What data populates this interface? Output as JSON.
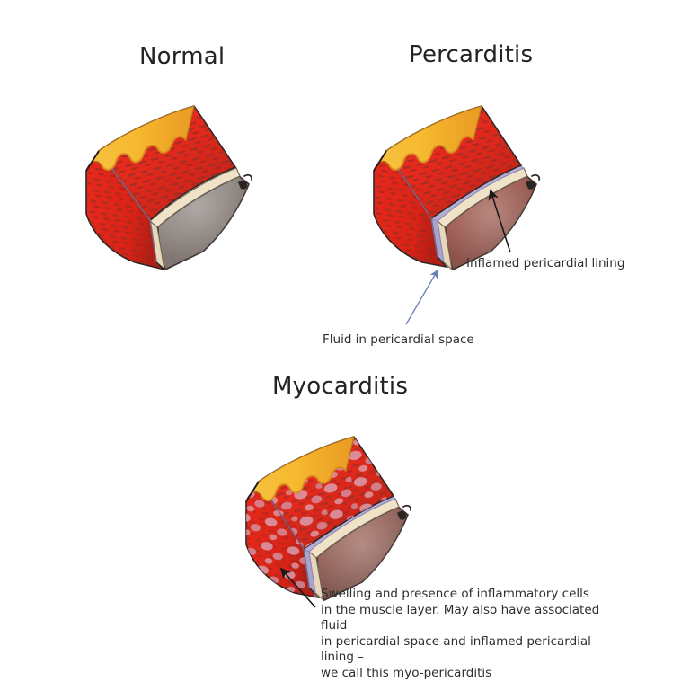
{
  "figure": {
    "background_color": "#ffffff",
    "panels": [
      {
        "id": "normal",
        "title": "Normal",
        "description": "Normal heart wall block: wavy yellow epicardial fat, red striated myocardium, grey endocardial inner surface"
      },
      {
        "id": "pericarditis",
        "title": "Percarditis",
        "description": "Heart wall block with lavender fluid layer in pericardial space and reddish inflamed pericardial lining"
      },
      {
        "id": "myocarditis",
        "title": "Myocarditis",
        "description": "Heart wall block with pale mottled inflammatory infiltrate through the red muscle layer"
      }
    ],
    "annotations": [
      {
        "id": "inflamed-lining",
        "text": "Inflamed pericardial lining",
        "arrow_color": "#1a1a1a"
      },
      {
        "id": "fluid",
        "text": "Fluid in pericardial space",
        "arrow_color": "#6b7fb5"
      },
      {
        "id": "myocarditis-description",
        "line1": "Swelling and presence of inflammatory cells",
        "line2": "in the muscle layer. May also have associated fluid",
        "line3": "in pericardial space and inflamed pericardial lining –",
        "line4": "we call this myo-pericarditis",
        "arrow_color": "#1a1a1a"
      }
    ],
    "colors": {
      "epicardial_fat": "#f5b731",
      "epicardial_fat_shadow": "#e08a22",
      "myocardium_red": "#e8291c",
      "myocardium_dark": "#8c2f2c",
      "endocardium_grey": "#8a807c",
      "endocardium_light": "#b5aca8",
      "lining_cream": "#efe2c6",
      "fluid_lavender": "#b3aed6",
      "inflamed_brown": "#a4544a",
      "infiltrate_pink": "#d9a7b8",
      "outline": "#2a2523",
      "text": "#2b2b2b"
    }
  }
}
